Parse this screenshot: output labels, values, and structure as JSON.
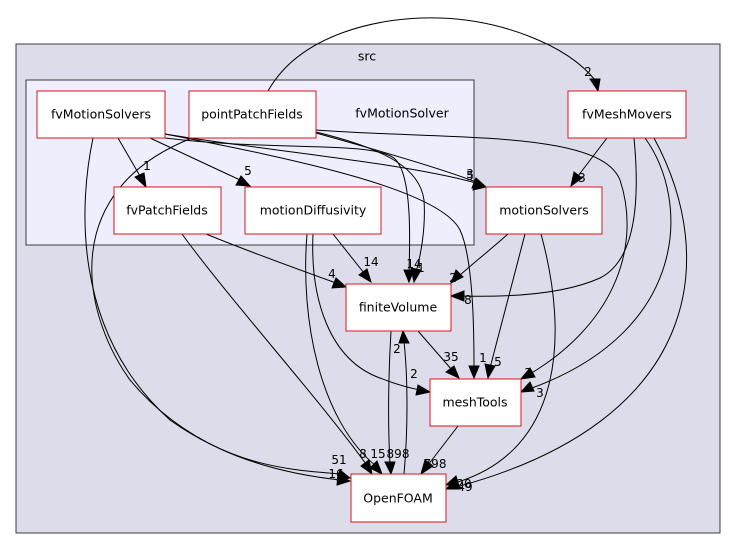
{
  "clusters": {
    "src": "src",
    "fvMotionSolver": "fvMotionSolver"
  },
  "nodes": {
    "fvMotionSolvers": "fvMotionSolvers",
    "pointPatchFields": "pointPatchFields",
    "fvPatchFields": "fvPatchFields",
    "motionDiffusivity": "motionDiffusivity",
    "fvMeshMovers": "fvMeshMovers",
    "motionSolvers": "motionSolvers",
    "finiteVolume": "finiteVolume",
    "meshTools": "meshTools",
    "OpenFOAM": "OpenFOAM"
  },
  "edges": [
    {
      "id": "e_pp_fmm",
      "label": "2"
    },
    {
      "id": "e_fms_fpf",
      "label": "1"
    },
    {
      "id": "e_fms_md",
      "label": "5"
    },
    {
      "id": "e_pp_ms",
      "label": "3"
    },
    {
      "id": "e_fms_ms",
      "label": "5"
    },
    {
      "id": "e_fmm_ms",
      "label": "3"
    },
    {
      "id": "e_fpf_fv",
      "label": "4"
    },
    {
      "id": "e_md_fv",
      "label": "14"
    },
    {
      "id": "e_fms_fv",
      "label": "14"
    },
    {
      "id": "e_pp_fv",
      "label": "1"
    },
    {
      "id": "e_ms_fv",
      "label": "2"
    },
    {
      "id": "e_fmm_fv",
      "label": "8"
    },
    {
      "id": "e_fv_mt",
      "label": "35"
    },
    {
      "id": "e_md_mt",
      "label": "2"
    },
    {
      "id": "e_fms_mt",
      "label": "1"
    },
    {
      "id": "e_ms_mt",
      "label": "5"
    },
    {
      "id": "e_pp_mt",
      "label": "3"
    },
    {
      "id": "e_fmm_mt",
      "label": "3"
    },
    {
      "id": "e_mt_of",
      "label": "798"
    },
    {
      "id": "e_fv_of",
      "label": "898"
    },
    {
      "id": "e_of_fv",
      "label": "2"
    },
    {
      "id": "e_fms_of",
      "label": "51"
    },
    {
      "id": "e_pp_of",
      "label": "16"
    },
    {
      "id": "e_fpf_of",
      "label": "8"
    },
    {
      "id": "e_md_of",
      "label": "15"
    },
    {
      "id": "e_ms_of",
      "label": "20"
    },
    {
      "id": "e_fmm_of",
      "label": "49"
    }
  ]
}
